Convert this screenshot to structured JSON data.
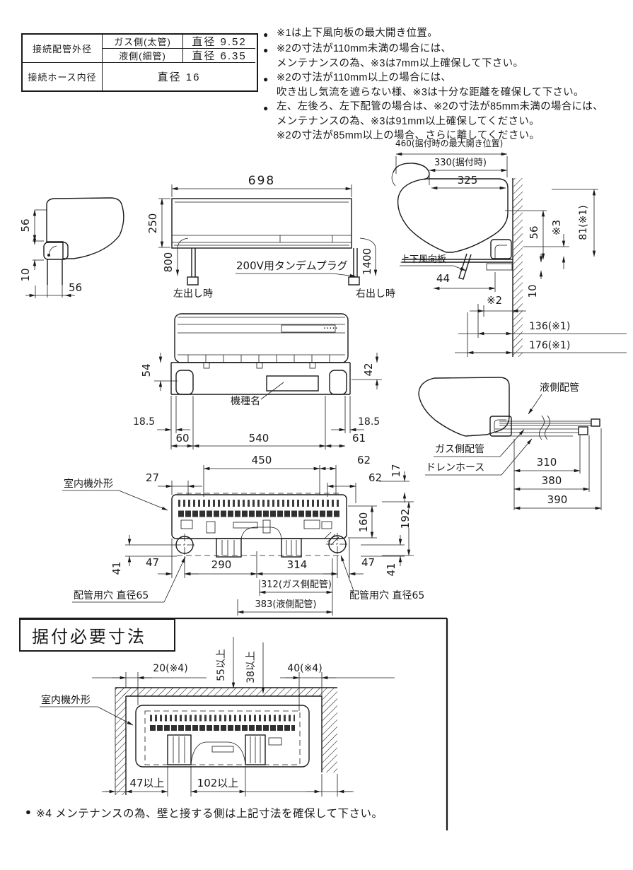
{
  "colors": {
    "ink": "#1a1a1a",
    "paper": "#ffffff"
  },
  "spec_table": {
    "outer_label": "接続配管外径",
    "rows": [
      {
        "label": "ガス側(太管)",
        "value": "直径 9.52"
      },
      {
        "label": "液側(細管)",
        "value": "直径 6.35"
      }
    ],
    "hose_label": "接続ホース内径",
    "hose_value": "直径 16"
  },
  "notes": {
    "items": [
      {
        "bullet": "●",
        "text": "※1は上下風向板の最大開き位置。"
      },
      {
        "bullet": "●",
        "text": "※2の寸法が110mm未満の場合には、"
      },
      {
        "bullet": "",
        "text": "メンテナンスの為、※3は7mm以上確保して下さい。"
      },
      {
        "bullet": "●",
        "text": "※2の寸法が110mm以上の場合には、"
      },
      {
        "bullet": "",
        "text": "吹き出し気流を遮らない様、※3は十分な距離を確保して下さい。"
      },
      {
        "bullet": "●",
        "text": "左、左後ろ、左下配管の場合は、※2の寸法が85mm未満の場合には、"
      },
      {
        "bullet": "",
        "text": "メンテナンスの為、※3は91mm以上確保してください。"
      },
      {
        "bullet": "",
        "text": "※2の寸法が85mm以上の場合、さらに離してください。"
      }
    ]
  },
  "side_view": {
    "d56_top": "56",
    "d10": "10",
    "d56_bottom": "56"
  },
  "front_view": {
    "d698": "698",
    "d250": "250",
    "d800": "800",
    "d1400": "1400",
    "plug_label": "200V用タンデムプラグ",
    "left_out": "左出し時",
    "right_out": "右出し時"
  },
  "install_side_view": {
    "d460": "460(据付時の最大開き位置)",
    "d330": "330(据付時)",
    "d325": "325",
    "flap_label": "上下風向板",
    "d44": "44",
    "s2": "※2",
    "d10": "10",
    "d56": "56",
    "s3": "※3",
    "d81": "81(※1)",
    "d136": "136(※1)",
    "d176": "176(※1)"
  },
  "bottom_view": {
    "dots": "·····",
    "d54": "54",
    "d42": "42",
    "model_label": "機種名",
    "d18_5_left": "18.5",
    "d60": "60",
    "d540": "540",
    "d61": "61",
    "d18_5_right": "18.5"
  },
  "pipe_view": {
    "liquid_label": "液側配管",
    "gas_label": "ガス側配管",
    "drain_label": "ドレンホース",
    "d310": "310",
    "d380": "380",
    "d390": "390"
  },
  "rear_view": {
    "outline_label": "室内機外形",
    "d27": "27",
    "d450": "450",
    "d62_top": "62",
    "d62_bottom": "62",
    "d17": "17",
    "d160": "160",
    "d192": "192",
    "d41_left": "41",
    "d47_left": "47",
    "d290": "290",
    "d314": "314",
    "d47_right": "47",
    "d41_right": "41",
    "d312": "312(ガス側配管)",
    "d383": "383(液側配管)",
    "hole_left": "配管用穴 直径65",
    "hole_right": "配管用穴 直径65"
  },
  "install_space": {
    "title": "据付必要寸法",
    "outline_label": "室内機外形",
    "d20": "20(※4)",
    "d55": "55以上",
    "d38": "38以上",
    "d40": "40(※4)",
    "d47": "47以上",
    "d102": "102以上"
  },
  "footnote": {
    "bullet": "●",
    "text": "※4 メンテナンスの為、壁と接する側は上記寸法を確保して下さい。"
  }
}
